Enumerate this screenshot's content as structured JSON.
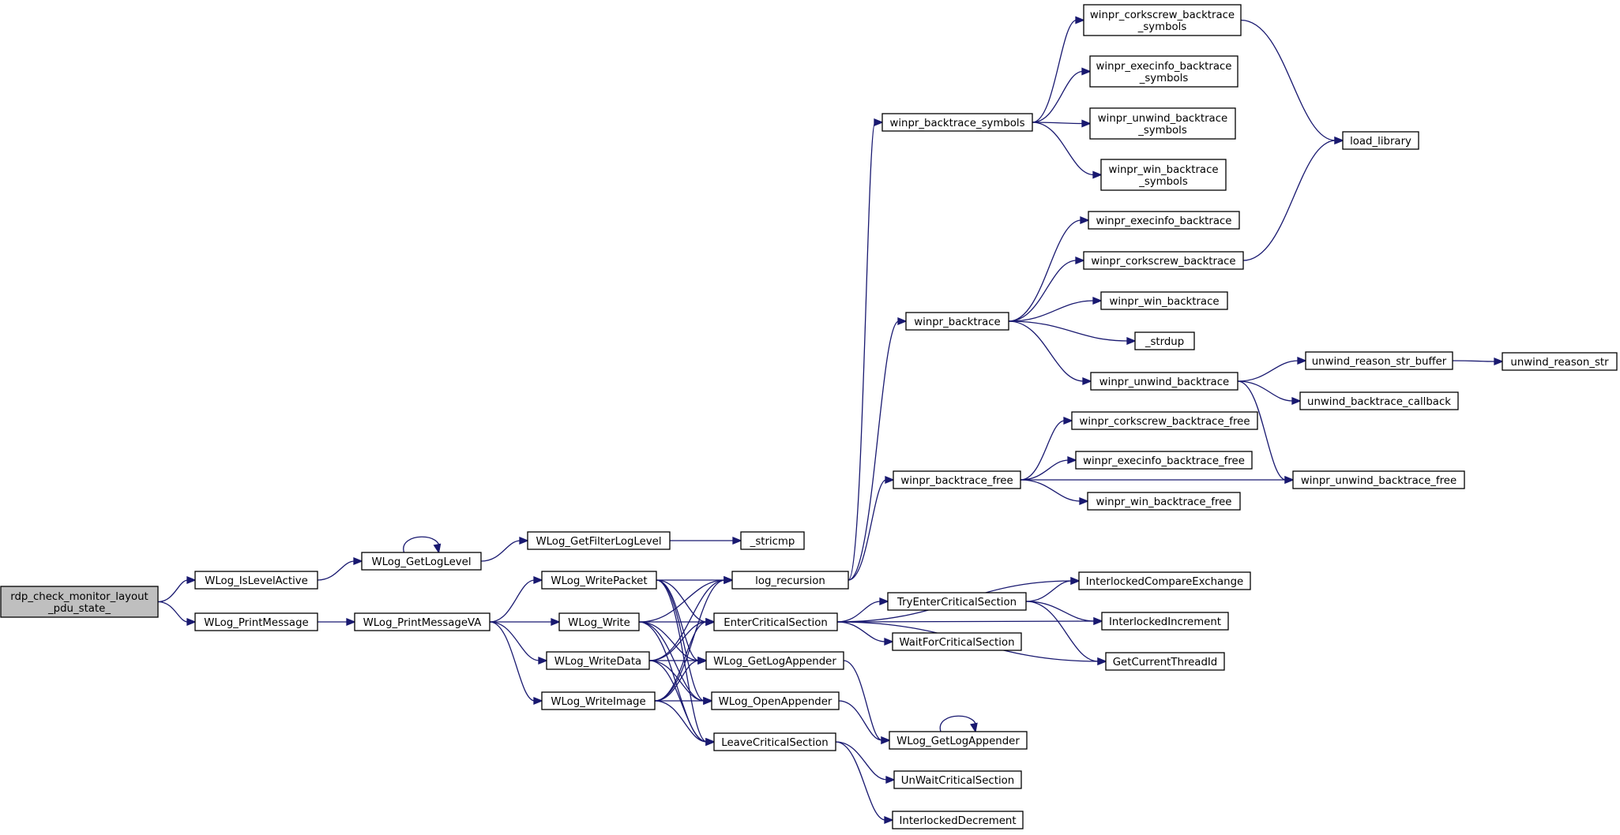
{
  "graph": {
    "node_fill": "#ffffff",
    "root_fill": "#bfbfbf",
    "edge_color": "#191970",
    "nodes": [
      {
        "id": "root",
        "lines": [
          "rdp_check_monitor_layout",
          "_pdu_state_"
        ]
      },
      {
        "id": "islevel",
        "lines": [
          "WLog_IsLevelActive"
        ]
      },
      {
        "id": "printmsg",
        "lines": [
          "WLog_PrintMessage"
        ]
      },
      {
        "id": "getloglevel",
        "lines": [
          "WLog_GetLogLevel"
        ]
      },
      {
        "id": "printmsgva",
        "lines": [
          "WLog_PrintMessageVA"
        ]
      },
      {
        "id": "getfilter",
        "lines": [
          "WLog_GetFilterLogLevel"
        ]
      },
      {
        "id": "writepacket",
        "lines": [
          "WLog_WritePacket"
        ]
      },
      {
        "id": "write",
        "lines": [
          "WLog_Write"
        ]
      },
      {
        "id": "writedata",
        "lines": [
          "WLog_WriteData"
        ]
      },
      {
        "id": "writeimage",
        "lines": [
          "WLog_WriteImage"
        ]
      },
      {
        "id": "stricmp",
        "lines": [
          "_stricmp"
        ]
      },
      {
        "id": "logrec",
        "lines": [
          "log_recursion"
        ]
      },
      {
        "id": "entercs",
        "lines": [
          "EnterCriticalSection"
        ]
      },
      {
        "id": "getappender1",
        "lines": [
          "WLog_GetLogAppender"
        ]
      },
      {
        "id": "openappender",
        "lines": [
          "WLog_OpenAppender"
        ]
      },
      {
        "id": "leavecs",
        "lines": [
          "LeaveCriticalSection"
        ]
      },
      {
        "id": "btsymbols",
        "lines": [
          "winpr_backtrace_symbols"
        ]
      },
      {
        "id": "backtrace",
        "lines": [
          "winpr_backtrace"
        ]
      },
      {
        "id": "btfree",
        "lines": [
          "winpr_backtrace_free"
        ]
      },
      {
        "id": "tryenter",
        "lines": [
          "TryEnterCriticalSection"
        ]
      },
      {
        "id": "waitforcs",
        "lines": [
          "WaitForCriticalSection"
        ]
      },
      {
        "id": "getappender2",
        "lines": [
          "WLog_GetLogAppender"
        ]
      },
      {
        "id": "unwaitcs",
        "lines": [
          "UnWaitCriticalSection"
        ]
      },
      {
        "id": "interdec",
        "lines": [
          "InterlockedDecrement"
        ]
      },
      {
        "id": "corkbtsym",
        "lines": [
          "winpr_corkscrew_backtrace",
          "_symbols"
        ]
      },
      {
        "id": "execbtsym",
        "lines": [
          "winpr_execinfo_backtrace",
          "_symbols"
        ]
      },
      {
        "id": "unwbtsym",
        "lines": [
          "winpr_unwind_backtrace",
          "_symbols"
        ]
      },
      {
        "id": "winbtsym",
        "lines": [
          "winpr_win_backtrace",
          "_symbols"
        ]
      },
      {
        "id": "execbt",
        "lines": [
          "winpr_execinfo_backtrace"
        ]
      },
      {
        "id": "corkbt",
        "lines": [
          "winpr_corkscrew_backtrace"
        ]
      },
      {
        "id": "winbt",
        "lines": [
          "winpr_win_backtrace"
        ]
      },
      {
        "id": "strdup",
        "lines": [
          "_strdup"
        ]
      },
      {
        "id": "unwbt",
        "lines": [
          "winpr_unwind_backtrace"
        ]
      },
      {
        "id": "corkbtfree",
        "lines": [
          "winpr_corkscrew_backtrace_free"
        ]
      },
      {
        "id": "execbtfree",
        "lines": [
          "winpr_execinfo_backtrace_free"
        ]
      },
      {
        "id": "winbtfree",
        "lines": [
          "winpr_win_backtrace_free"
        ]
      },
      {
        "id": "intercmpx",
        "lines": [
          "InterlockedCompareExchange"
        ]
      },
      {
        "id": "interinc",
        "lines": [
          "InterlockedIncrement"
        ]
      },
      {
        "id": "curthread",
        "lines": [
          "GetCurrentThreadId"
        ]
      },
      {
        "id": "loadlib",
        "lines": [
          "load_library"
        ]
      },
      {
        "id": "unwreasonbuf",
        "lines": [
          "unwind_reason_str_buffer"
        ]
      },
      {
        "id": "unwbtcb",
        "lines": [
          "unwind_backtrace_callback"
        ]
      },
      {
        "id": "unwbtfree",
        "lines": [
          "winpr_unwind_backtrace_free"
        ]
      },
      {
        "id": "unwreason",
        "lines": [
          "unwind_reason_str"
        ]
      }
    ],
    "edges": [
      [
        "root",
        "islevel"
      ],
      [
        "root",
        "printmsg"
      ],
      [
        "islevel",
        "getloglevel"
      ],
      [
        "getloglevel",
        "getloglevel"
      ],
      [
        "getloglevel",
        "getfilter"
      ],
      [
        "getfilter",
        "stricmp"
      ],
      [
        "printmsg",
        "printmsgva"
      ],
      [
        "printmsgva",
        "writepacket"
      ],
      [
        "printmsgva",
        "write"
      ],
      [
        "printmsgva",
        "writedata"
      ],
      [
        "printmsgva",
        "writeimage"
      ],
      [
        "writepacket",
        "logrec"
      ],
      [
        "writepacket",
        "entercs"
      ],
      [
        "writepacket",
        "getappender1"
      ],
      [
        "writepacket",
        "openappender"
      ],
      [
        "writepacket",
        "leavecs"
      ],
      [
        "write",
        "logrec"
      ],
      [
        "write",
        "entercs"
      ],
      [
        "write",
        "getappender1"
      ],
      [
        "write",
        "openappender"
      ],
      [
        "write",
        "leavecs"
      ],
      [
        "writedata",
        "logrec"
      ],
      [
        "writedata",
        "entercs"
      ],
      [
        "writedata",
        "getappender1"
      ],
      [
        "writedata",
        "openappender"
      ],
      [
        "writedata",
        "leavecs"
      ],
      [
        "writeimage",
        "logrec"
      ],
      [
        "writeimage",
        "entercs"
      ],
      [
        "writeimage",
        "getappender1"
      ],
      [
        "writeimage",
        "openappender"
      ],
      [
        "writeimage",
        "leavecs"
      ],
      [
        "logrec",
        "btsymbols"
      ],
      [
        "logrec",
        "backtrace"
      ],
      [
        "logrec",
        "btfree"
      ],
      [
        "entercs",
        "intercmpx"
      ],
      [
        "entercs",
        "interinc"
      ],
      [
        "entercs",
        "curthread"
      ],
      [
        "entercs",
        "tryenter"
      ],
      [
        "entercs",
        "waitforcs"
      ],
      [
        "tryenter",
        "intercmpx"
      ],
      [
        "tryenter",
        "interinc"
      ],
      [
        "tryenter",
        "curthread"
      ],
      [
        "getappender1",
        "getappender2"
      ],
      [
        "openappender",
        "getappender2"
      ],
      [
        "getappender2",
        "getappender2"
      ],
      [
        "leavecs",
        "unwaitcs"
      ],
      [
        "leavecs",
        "interdec"
      ],
      [
        "btsymbols",
        "corkbtsym"
      ],
      [
        "btsymbols",
        "execbtsym"
      ],
      [
        "btsymbols",
        "unwbtsym"
      ],
      [
        "btsymbols",
        "winbtsym"
      ],
      [
        "corkbtsym",
        "loadlib"
      ],
      [
        "backtrace",
        "execbt"
      ],
      [
        "backtrace",
        "corkbt"
      ],
      [
        "backtrace",
        "winbt"
      ],
      [
        "backtrace",
        "strdup"
      ],
      [
        "backtrace",
        "unwbt"
      ],
      [
        "corkbt",
        "loadlib"
      ],
      [
        "unwbt",
        "unwreasonbuf"
      ],
      [
        "unwbt",
        "unwbtcb"
      ],
      [
        "unwbt",
        "unwbtfree"
      ],
      [
        "unwreasonbuf",
        "unwreason"
      ],
      [
        "btfree",
        "corkbtfree"
      ],
      [
        "btfree",
        "execbtfree"
      ],
      [
        "btfree",
        "winbtfree"
      ],
      [
        "btfree",
        "unwbtfree"
      ]
    ]
  }
}
